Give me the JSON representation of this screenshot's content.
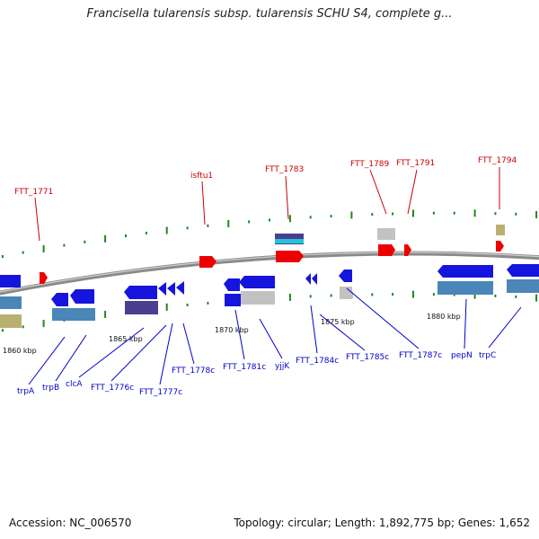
{
  "title": "Francisella tularensis subsp. tularensis SCHU S4, complete g...",
  "footer": {
    "accession": "Accession: NC_006570",
    "topology": "Topology: circular; Length: 1,892,775 bp; Genes: 1,652"
  },
  "colors": {
    "backbone": "#8a8a8a",
    "forward_label": "#cc0000",
    "reverse_label": "#0000cc",
    "gene_red": "#ee0000",
    "gene_blue": "#1515dd",
    "cds_steelblue": "#4a86b8",
    "cds_gray": "#c2c2c2",
    "cds_olive": "#b8b070",
    "cds_purple": "#4a3f8f",
    "tick_green": "#1a8a1a"
  },
  "ruler": {
    "labels": [
      "1860 kbp",
      "1865 kbp",
      "1870 kbp",
      "1875 kbp",
      "1880 kbp"
    ]
  },
  "forward_labels": [
    "FTT_1771",
    "isftu1",
    "FTT_1783",
    "FTT_1789",
    "FTT_1791",
    "FTT_1794"
  ],
  "reverse_labels": [
    "trpA",
    "trpB",
    "clcA",
    "FTT_1776c",
    "FTT_1777c",
    "FTT_1778c",
    "FTT_1781c",
    "yjjK",
    "FTT_1784c",
    "FTT_1785c",
    "FTT_1787c",
    "pepN",
    "trpC"
  ]
}
